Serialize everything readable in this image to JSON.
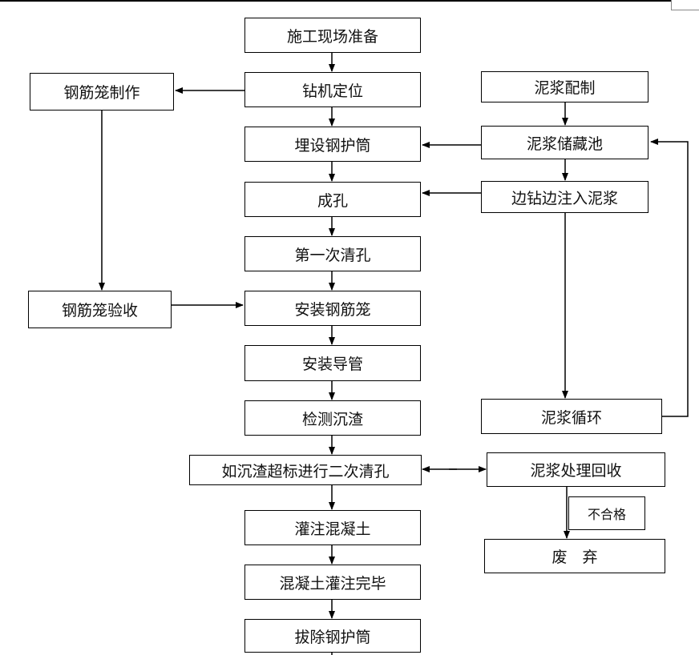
{
  "nodes": {
    "site_prep": "施工现场准备",
    "rig_position": "钻机定位",
    "bury_casing": "埋设钢护筒",
    "hole_forming": "成孔",
    "first_clean": "第一次清孔",
    "install_cage": "安装钢筋笼",
    "install_pipe": "安装导管",
    "check_sediment": "检测沉渣",
    "second_clean": "如沉渣超标进行二次清孔",
    "pour_concrete": "灌注混凝土",
    "pour_complete": "混凝土灌注完毕",
    "remove_casing": "拔除钢护筒",
    "cage_making": "钢筋笼制作",
    "cage_inspect": "钢筋笼验收",
    "mud_mixing": "泥浆配制",
    "mud_storage": "泥浆储藏池",
    "drill_inject": "边钻边注入泥浆",
    "mud_cycle": "泥浆循环",
    "mud_recycle": "泥浆处理回收",
    "unqualified": "不合格",
    "discard": "废　弃"
  }
}
